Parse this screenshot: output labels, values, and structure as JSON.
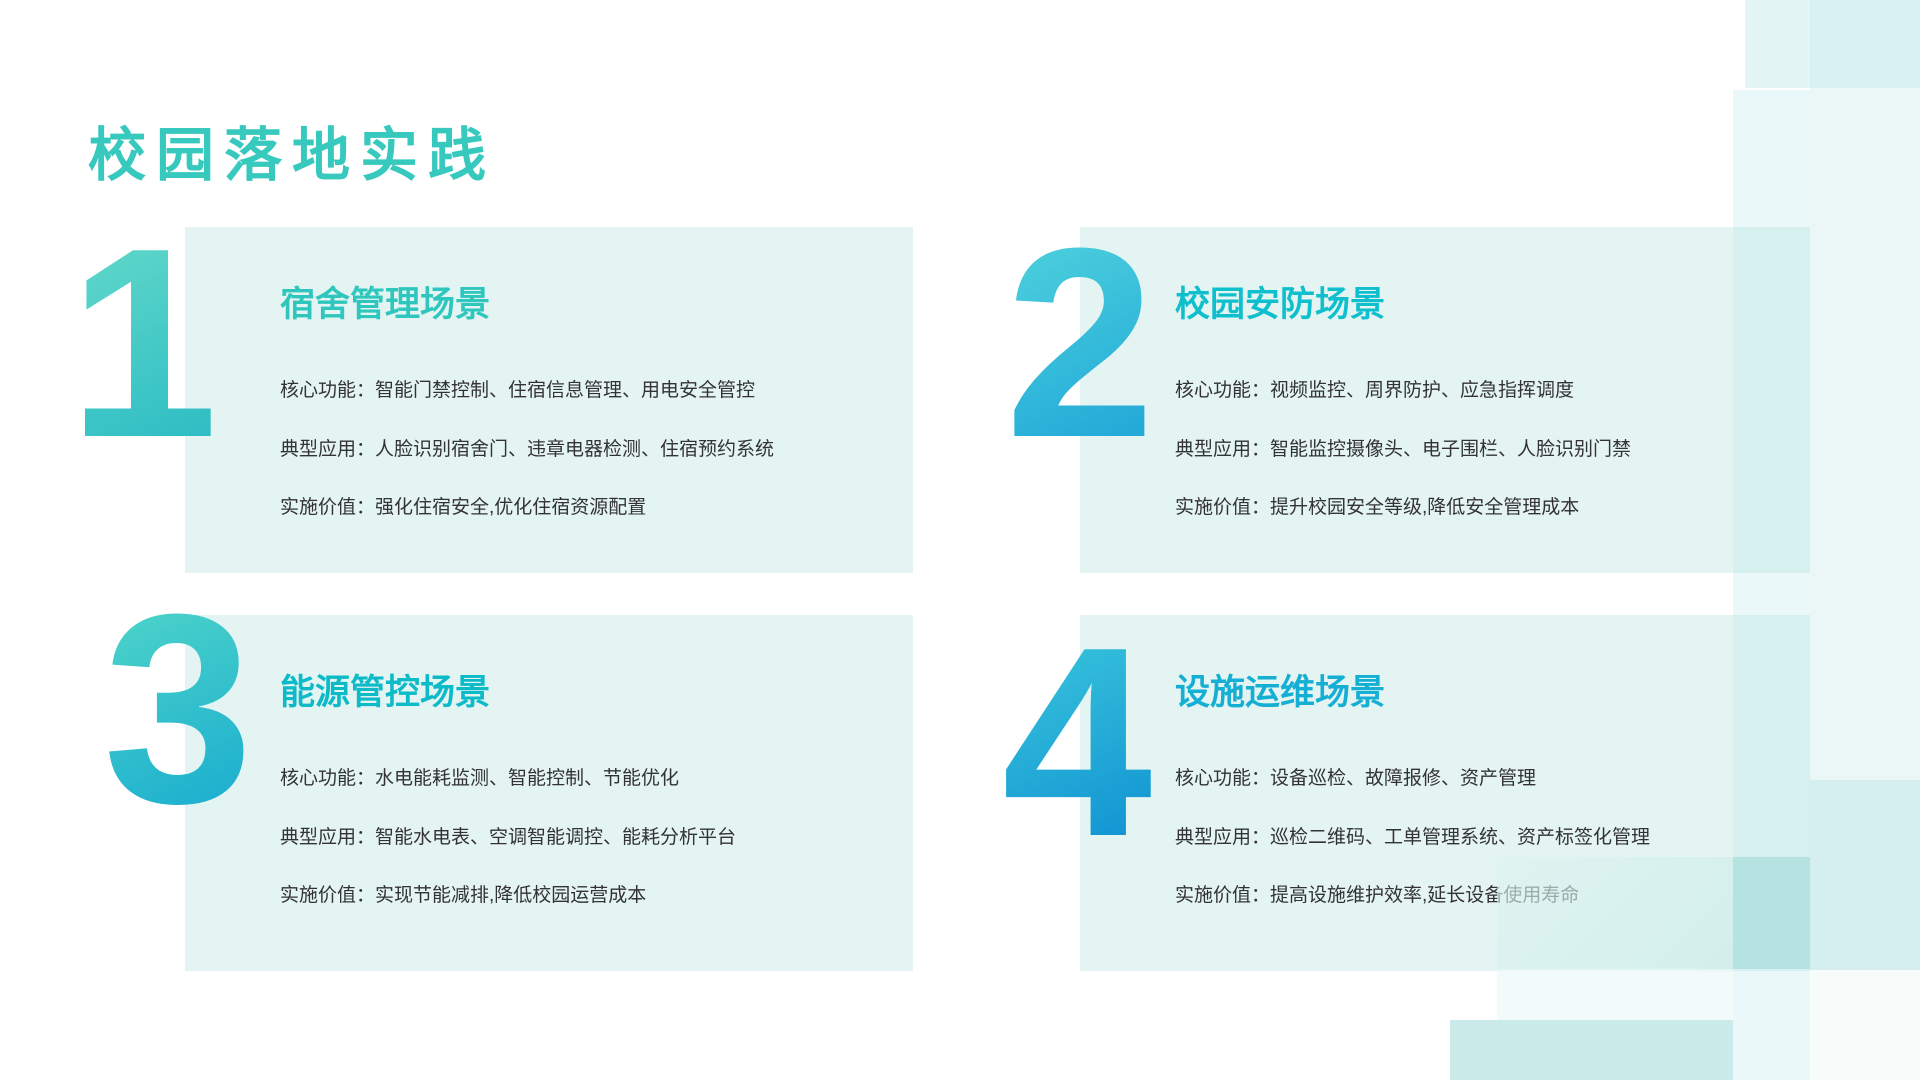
{
  "slide": {
    "title": "校园落地实践"
  },
  "theme": {
    "page_background": "#FFFFFF",
    "card_background": "#E3F4F2",
    "main_title_color": "#38C9BE",
    "body_text_color": "#333333",
    "accent_teal": "#2FC7BD",
    "accent_cyan": "#15AFD3"
  },
  "cards": [
    {
      "number": "1",
      "title": "宿舍管理场景",
      "title_color": "#2FC7BD",
      "number_gradient": [
        "#63D9CA",
        "#2FBEC4"
      ],
      "lines": [
        "核心功能：智能门禁控制、住宿信息管理、用电安全管控",
        "典型应用：人脸识别宿舍门、违章电器检测、住宿预约系统",
        "实施价值：强化住宿安全,优化住宿资源配置"
      ]
    },
    {
      "number": "2",
      "title": "校园安防场景",
      "title_color": "#0FBFCD",
      "number_gradient": [
        "#4ED2DD",
        "#22A9D8"
      ],
      "lines": [
        "核心功能：视频监控、周界防护、应急指挥调度",
        "典型应用：智能监控摄像头、电子围栏、人脸识别门禁",
        "实施价值：提升校园安全等级,降低安全管理成本"
      ]
    },
    {
      "number": "3",
      "title": "能源管控场景",
      "title_color": "#0CBAC8",
      "number_gradient": [
        "#4FD5C8",
        "#1CAFD0"
      ],
      "lines": [
        "核心功能：水电能耗监测、智能控制、节能优化",
        "典型应用：智能水电表、空调智能调控、能耗分析平台",
        "实施价值：实现节能减排,降低校园运营成本"
      ]
    },
    {
      "number": "4",
      "title": "设施运维场景",
      "title_color": "#15AFD3",
      "number_gradient": [
        "#3BC7DC",
        "#1295D3"
      ],
      "lines": [
        "核心功能：设备巡检、故障报修、资产管理",
        "典型应用：巡检二维码、工单管理系统、资产标签化管理",
        "实施价值：提高设施维护效率,延长设备使用寿命"
      ]
    }
  ]
}
